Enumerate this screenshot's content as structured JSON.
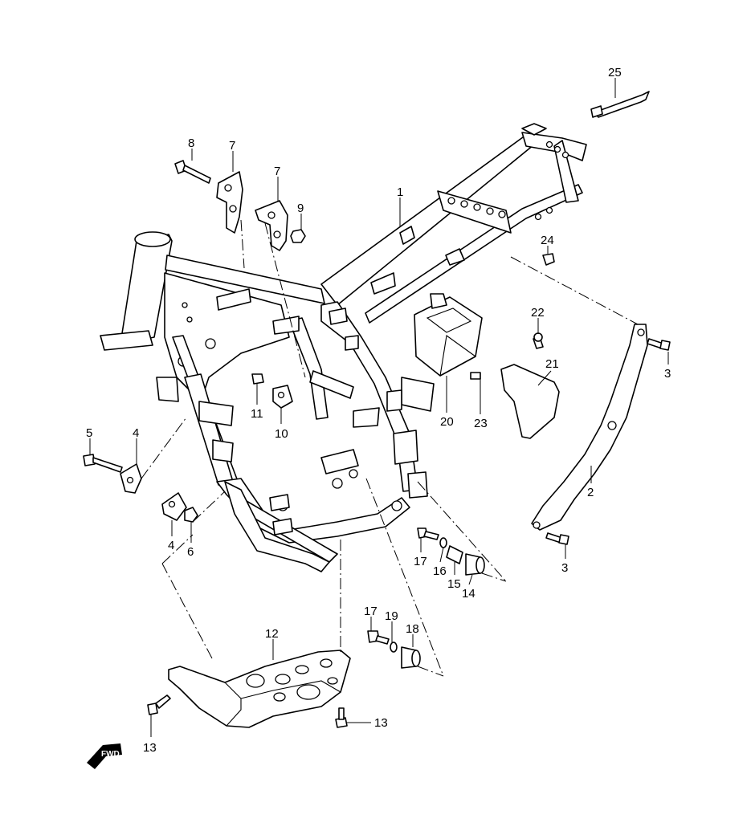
{
  "callouts": [
    {
      "id": "c25",
      "text": "25"
    },
    {
      "id": "c1",
      "text": "1"
    },
    {
      "id": "c8",
      "text": "8"
    },
    {
      "id": "c7a",
      "text": "7"
    },
    {
      "id": "c7b",
      "text": "7"
    },
    {
      "id": "c9",
      "text": "9"
    },
    {
      "id": "c24",
      "text": "24"
    },
    {
      "id": "c22",
      "text": "22"
    },
    {
      "id": "c3a",
      "text": "3"
    },
    {
      "id": "c21",
      "text": "21"
    },
    {
      "id": "c11",
      "text": "11"
    },
    {
      "id": "c10",
      "text": "10"
    },
    {
      "id": "c20",
      "text": "20"
    },
    {
      "id": "c23",
      "text": "23"
    },
    {
      "id": "c5",
      "text": "5"
    },
    {
      "id": "c4a",
      "text": "4"
    },
    {
      "id": "c4b",
      "text": "4"
    },
    {
      "id": "c6",
      "text": "6"
    },
    {
      "id": "c2",
      "text": "2"
    },
    {
      "id": "c3b",
      "text": "3"
    },
    {
      "id": "c17a",
      "text": "17"
    },
    {
      "id": "c16",
      "text": "16"
    },
    {
      "id": "c15",
      "text": "15"
    },
    {
      "id": "c14",
      "text": "14"
    },
    {
      "id": "c17b",
      "text": "17"
    },
    {
      "id": "c19",
      "text": "19"
    },
    {
      "id": "c18",
      "text": "18"
    },
    {
      "id": "c12",
      "text": "12"
    },
    {
      "id": "c13a",
      "text": "13"
    },
    {
      "id": "c13b",
      "text": "13"
    }
  ],
  "fwd_marker": {
    "text": "FWD"
  }
}
